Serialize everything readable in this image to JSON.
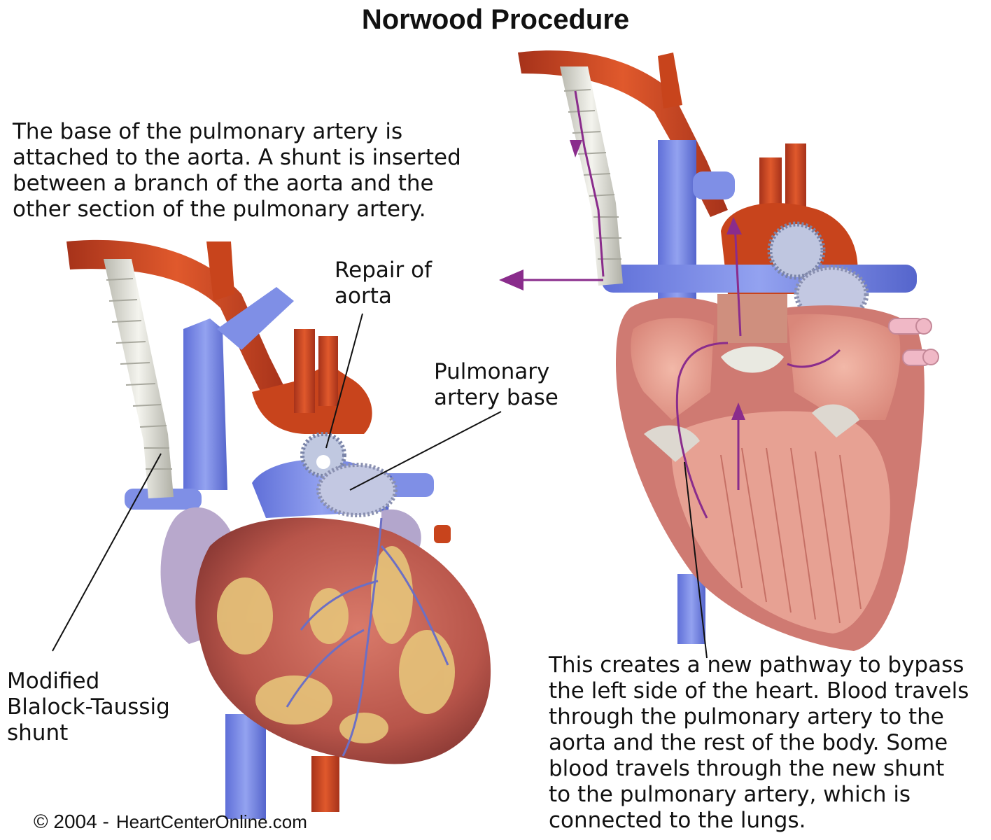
{
  "title": "Norwood Procedure",
  "intro_lines": [
    "The base of the pulmonary artery is",
    "attached to the aorta. A shunt is inserted",
    "between a branch of the aorta and the",
    "other section of the pulmonary artery."
  ],
  "labels": {
    "repair_of_aorta": [
      "Repair of",
      "aorta"
    ],
    "pulmonary_artery_base": [
      "Pulmonary",
      "artery base"
    ],
    "bt_shunt": [
      "Modified",
      "Blalock-Taussig",
      "shunt"
    ]
  },
  "description_lines": [
    "This creates a new pathway to bypass",
    "the left side of the heart. Blood travels",
    "through the pulmonary artery to the",
    "aorta and the rest of the body. Some",
    "blood travels through the new shunt",
    "to the pulmonary artery, which is",
    "connected to the lungs."
  ],
  "copyright": "© 2004 -",
  "site": "HeartCenterOnline.com",
  "colors": {
    "aorta": "#c8441c",
    "vein": "#7f8fe6",
    "muscle": "#c9665a",
    "fat": "#e6c47a",
    "shunt": "#e4e4dc",
    "pathway": "#8a2c8c",
    "chamber": "#eaa89a"
  }
}
